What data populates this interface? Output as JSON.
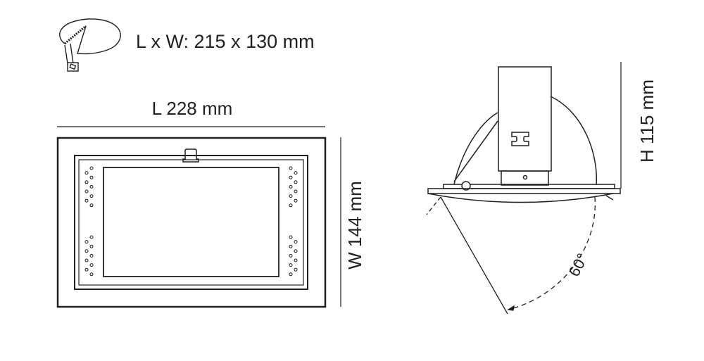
{
  "cutout": {
    "label": "L x W: 215 x 130 mm",
    "icon": "saw-cutout-icon"
  },
  "front_view": {
    "length_label": "L 228 mm",
    "width_label": "W 144 mm"
  },
  "side_view": {
    "height_label": "H 115 mm",
    "tilt_label": "60°"
  },
  "colors": {
    "line": "#231f20",
    "background": "#ffffff"
  }
}
